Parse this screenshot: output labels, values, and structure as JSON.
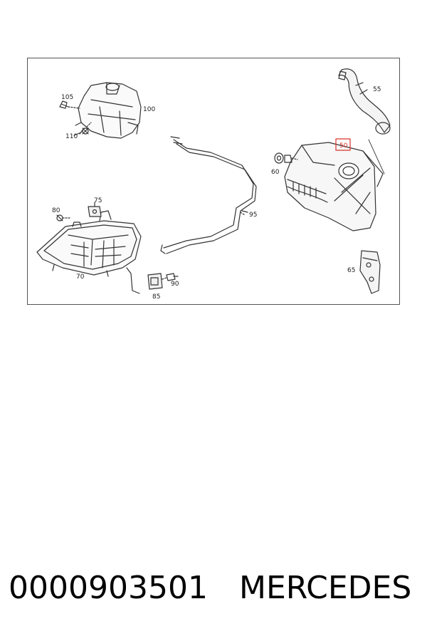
{
  "diagram": {
    "labels": {
      "l105": "105",
      "l100": "100",
      "l110": "110",
      "l55": "55",
      "l50": "50",
      "l60": "60",
      "l95": "95",
      "l75": "75",
      "l80": "80",
      "l70": "70",
      "l90": "90",
      "l85": "85",
      "l65": "65"
    },
    "highlight_color": "#d9342b"
  },
  "caption": {
    "part_number": "0000903501",
    "brand": "MERCEDES"
  }
}
